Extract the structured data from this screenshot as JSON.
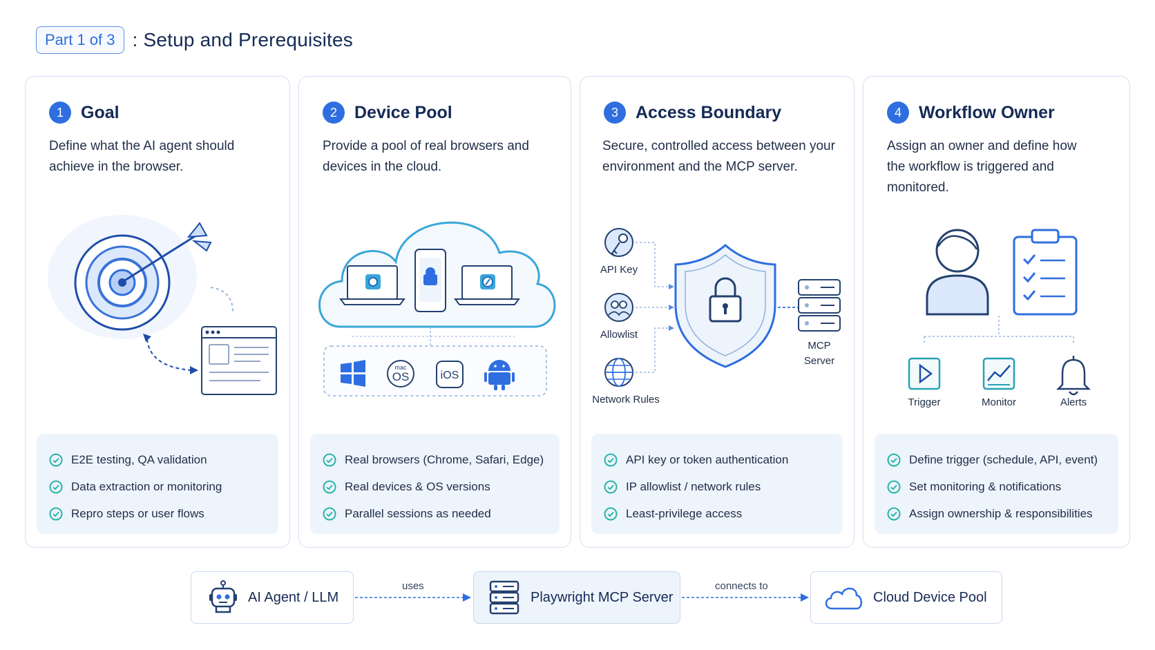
{
  "header": {
    "part_badge": "Part 1 of 3",
    "colon": ":",
    "title": "Setup and Prerequisites"
  },
  "cards": [
    {
      "number": "1",
      "title": "Goal",
      "description": "Define what the AI agent should achieve in the browser.",
      "checklist": [
        "E2E testing, QA validation",
        "Data extraction or monitoring",
        "Repro steps or user flows"
      ]
    },
    {
      "number": "2",
      "title": "Device Pool",
      "description": "Provide a pool of real browsers and devices in the cloud.",
      "checklist": [
        "Real browsers (Chrome, Safari, Edge)",
        "Real devices & OS versions",
        "Parallel sessions as needed"
      ],
      "os_labels": {
        "macos_small": "mac",
        "macos_big": "OS",
        "ios": "iOS"
      }
    },
    {
      "number": "3",
      "title": "Access Boundary",
      "description": "Secure, controlled access between your environment and the MCP server.",
      "checklist": [
        "API key or token authentication",
        "IP allowlist / network rules",
        "Least-privilege access"
      ],
      "inputs": [
        "API Key",
        "Allowlist",
        "Network Rules"
      ],
      "server_label": [
        "MCP",
        "Server"
      ]
    },
    {
      "number": "4",
      "title": "Workflow Owner",
      "description": "Assign an owner and define how the workflow is triggered and monitored.",
      "checklist": [
        "Define trigger (schedule, API, event)",
        "Set monitoring & notifications",
        "Assign ownership & responsibilities"
      ],
      "actions": [
        "Trigger",
        "Monitor",
        "Alerts"
      ]
    }
  ],
  "flow": {
    "nodes": [
      "AI Agent / LLM",
      "Playwright MCP Server",
      "Cloud Device Pool"
    ],
    "edges": [
      "uses",
      "connects to"
    ]
  },
  "colors": {
    "accent": "#2e6ee0",
    "check": "#27b5a6",
    "cyan": "#3aa6d8",
    "border": "#d5e1f2"
  }
}
